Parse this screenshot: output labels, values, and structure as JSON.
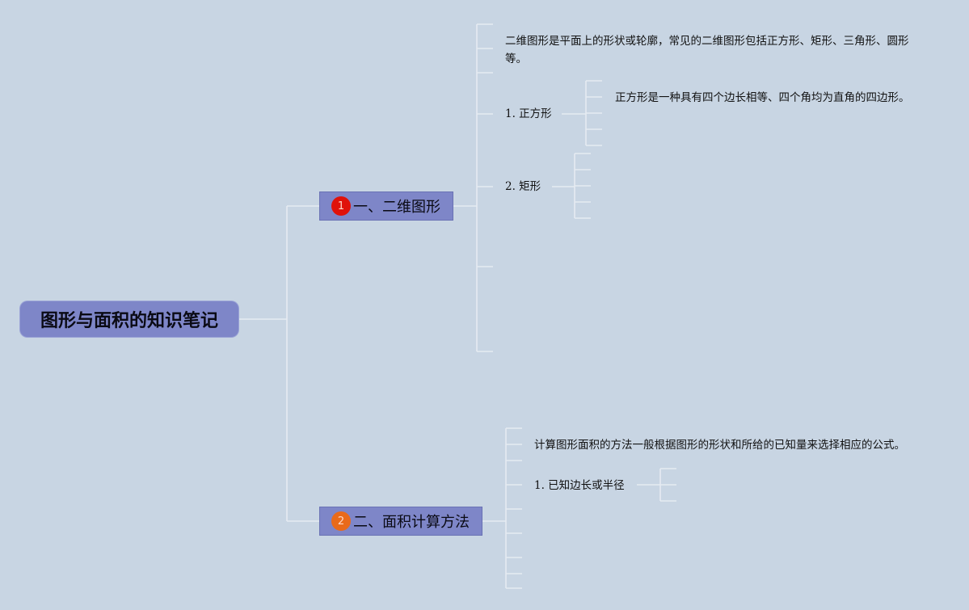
{
  "root": {
    "title": "图形与面积的知识笔记"
  },
  "branches": [
    {
      "badge": "1",
      "badge_color": "#e0120a",
      "title": "一、二维图形",
      "intro": "二维图形是平面上的形状或轮廓，常见的二维图形包括正方形、矩形、三角形、圆形等。",
      "items": [
        {
          "label": "1. 正方形",
          "detail": "正方形是一种具有四个边长相等、四个角均为直角的四边形。"
        },
        {
          "label": "2. 矩形"
        }
      ]
    },
    {
      "badge": "2",
      "badge_color": "#e96a1a",
      "title": "二、面积计算方法",
      "intro": "计算图形面积的方法一般根据图形的形状和所给的已知量来选择相应的公式。",
      "items": [
        {
          "label": "1. 已知边长或半径"
        }
      ]
    }
  ],
  "colors": {
    "background": "#c8d5e3",
    "node": "#7e86c8",
    "line": "#e6ebf2"
  }
}
